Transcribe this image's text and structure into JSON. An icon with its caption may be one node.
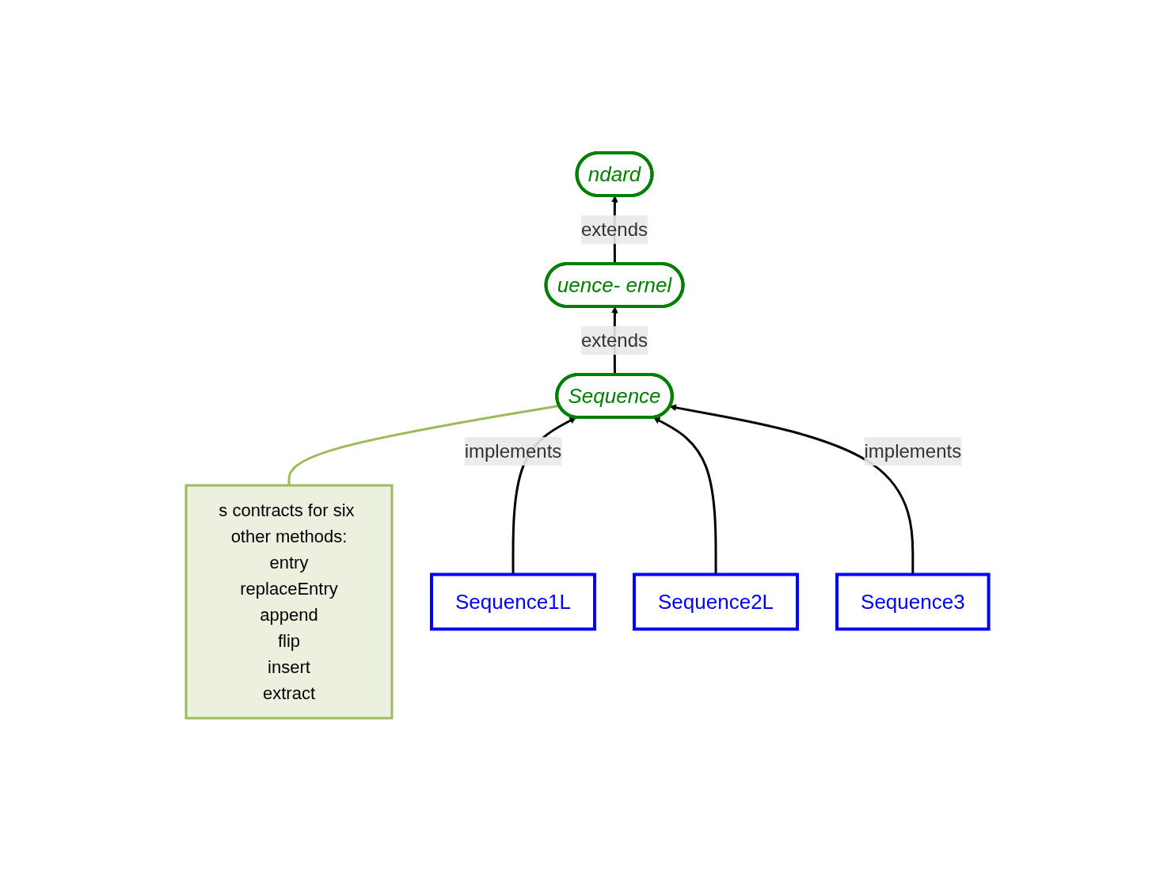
{
  "diagram": {
    "nodes": [
      {
        "text": [
          "s contracts for six other methods:",
          "entry",
          "replaceEntry",
          "append",
          "flip",
          "insert",
          "extract"
        ]
      },
      {
        "text": [
          "ndard"
        ]
      },
      {
        "text": [
          "uence- ernel"
        ]
      },
      {
        "text": [
          "Sequence"
        ]
      },
      {
        "text": [
          "Sequence1L"
        ]
      },
      {
        "text": [
          "Sequence2L"
        ]
      },
      {
        "text": [
          "Sequence3"
        ]
      }
    ],
    "edges": [
      {
        "from": 2,
        "to": 1,
        "arrow": "to",
        "label": "extends"
      },
      {
        "from": 3,
        "to": 2,
        "arrow": "to",
        "label": "extends"
      },
      {
        "from": 0,
        "to": 3,
        "arrow": "none",
        "color": "#9bbb59"
      },
      {
        "from": 4,
        "to": 3,
        "arrow": "to",
        "label": "implements"
      },
      {
        "from": 5,
        "to": 3,
        "arrow": "to"
      },
      {
        "from": 6,
        "to": 3,
        "arrow": "to",
        "label": "implements"
      }
    ]
  }
}
